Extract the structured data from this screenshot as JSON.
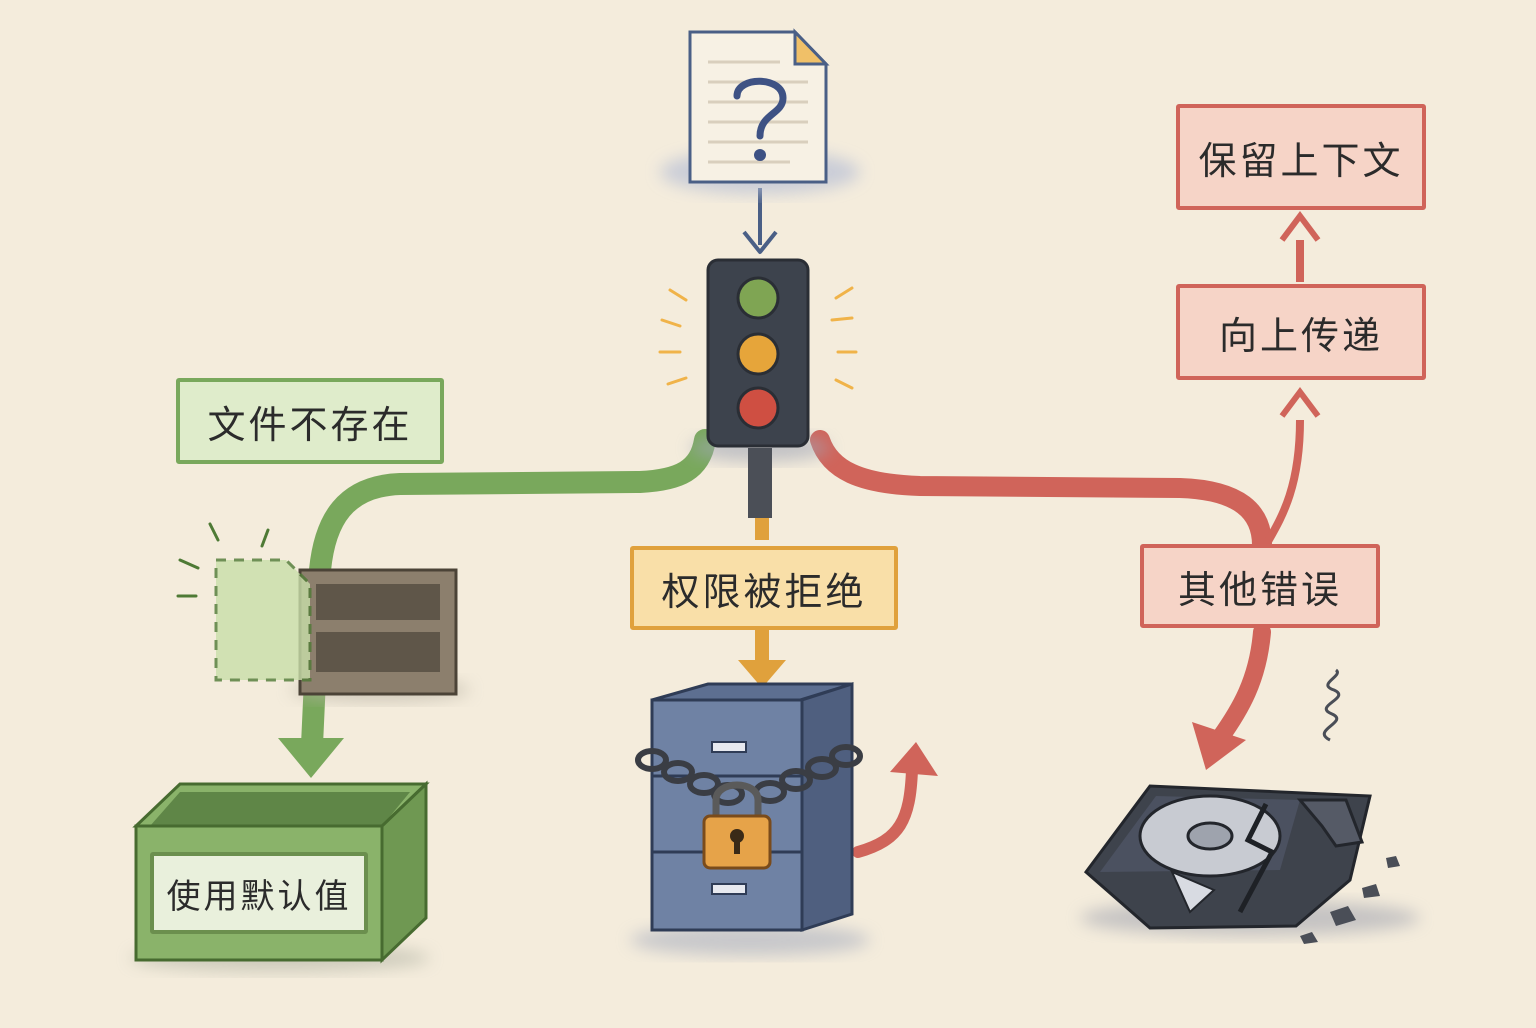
{
  "labels": {
    "file_missing": "文件不存在",
    "use_default": "使用默认值",
    "permission_denied": "权限被拒绝",
    "other_error": "其他错误",
    "propagate_up": "向上传递",
    "keep_context": "保留上下文"
  },
  "icons": {
    "document": "question-document-icon",
    "traffic_light": "traffic-light-icon",
    "shelf": "empty-shelf-icon",
    "bin": "storage-bin-icon",
    "cabinet": "locked-filing-cabinet-icon",
    "drive": "broken-hard-drive-icon"
  },
  "colors": {
    "background": "#f4ecdc",
    "green": "#79a85c",
    "orange": "#e0a13c",
    "red": "#d0645a",
    "navy": "#4a5f86",
    "dark": "#3d434d"
  }
}
